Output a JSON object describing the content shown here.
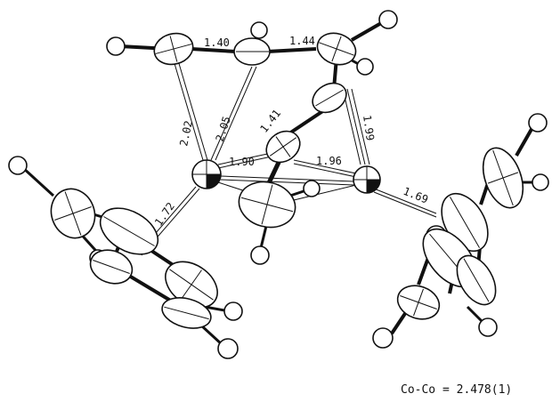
{
  "bond_lengths": {
    "b1": "1.40",
    "b2": "1.44",
    "b3": "2.02",
    "b4": "2.05",
    "b5": "1.41",
    "b6": "1.99",
    "b7": "1.90",
    "b8": "1.96",
    "b9": "1.72",
    "b10": "1.69"
  },
  "caption": "Co-Co = 2.478(1)"
}
